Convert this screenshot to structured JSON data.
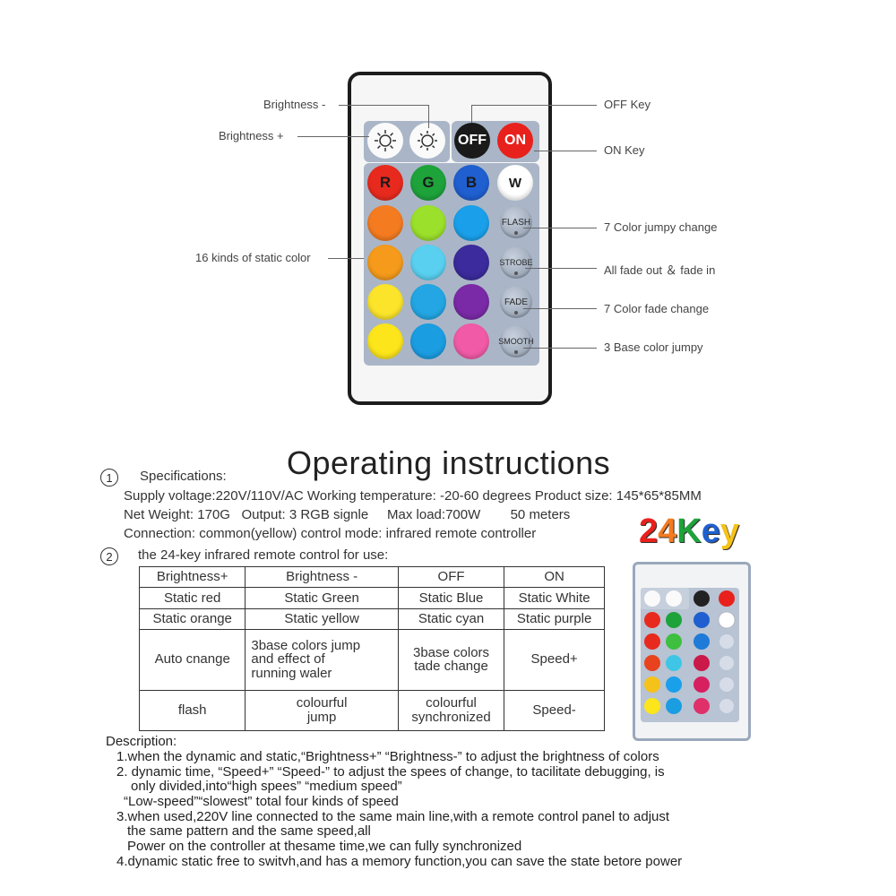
{
  "remote": {
    "brightness_up_icon": "sun-up-icon",
    "brightness_down_icon": "sun-down-icon",
    "off_label": "OFF",
    "on_label": "ON",
    "r_label": "R",
    "g_label": "G",
    "b_label": "B",
    "w_label": "W",
    "flash_label": "FLASH",
    "strobe_label": "STROBE",
    "fade_label": "FADE",
    "smooth_label": "SMOOTH",
    "colors": {
      "off": "#1a1a1a",
      "on": "#e8211c",
      "r": "#e82a1e",
      "g": "#1ea33b",
      "b": "#1f5fd0",
      "w": "#ffffff",
      "row2": [
        "#f47b20",
        "#9be02a",
        "#1aa0ea"
      ],
      "row3": [
        "#f59a1a",
        "#59d0f0",
        "#3b2b9c"
      ],
      "row4": [
        "#fbe42a",
        "#23a6e3",
        "#7a2aa6"
      ],
      "row5": [
        "#fce51a",
        "#1b9de2",
        "#f05aa6"
      ]
    }
  },
  "callouts": {
    "brightness_down": "Brightness -",
    "brightness_up": "Brightness +",
    "off_key": "OFF Key",
    "on_key": "ON Key",
    "static_colors": "16 kinds of static color",
    "flash": "7 Color jumpy change",
    "strobe": "All fade out ＆ fade in",
    "fade": "7 Color fade change",
    "smooth": "3 Base color jumpy"
  },
  "instructions": {
    "title": "Operating instructions",
    "section1_num": "1",
    "section1_title": "Specifications:",
    "spec_line1": "Supply voltage:220V/110V/AC   Working temperature: -20-60   degrees   Product size: 145*65*85MM",
    "spec_line2": "Net Weight: 170G   Output: 3 RGB signle     Max load:700W        50 meters",
    "spec_line3": "Connection: common(yellow)   control mode: infrared remote controller",
    "section2_num": "2",
    "section2_title": "the 24-key infrared remote control for use:",
    "brand": "24Key",
    "table": [
      [
        "Brightness+",
        "Brightness -",
        "OFF",
        "ON"
      ],
      [
        "Static red",
        "Static Green",
        "Static Blue",
        "Static White"
      ],
      [
        "Static orange",
        "Static yellow",
        "Static cyan",
        "Static purple"
      ],
      [
        "Auto cnange",
        "3base colors jump\nand effect of\nrunning waler",
        "3base colors\ntade change",
        "Speed+"
      ],
      [
        "flash",
        "colourful\njump",
        "colourful\nsynchronized",
        "Speed-"
      ]
    ],
    "description_title": "Description:",
    "desc_lines": [
      "1.when the dynamic and static,“Brightness+”  “Brightness-”  to adjust the brightness of colors",
      "2. dynamic time, “Speed+” “Speed-”  to adjust the spees of change, to tacilitate debugging, is",
      "only divided,into“high spees” “medium speed”",
      "“Low-speed”“slowest”  total four kinds of speed",
      "3.when used,220V  line connected to the same main line,with a remote control panel to adjust",
      "the same pattern and the same speed,all",
      "Power on the controller at thesame time,we can fully synchronized",
      "4.dynamic static free to switvh,and has a memory function,you can save the state betore power"
    ]
  }
}
